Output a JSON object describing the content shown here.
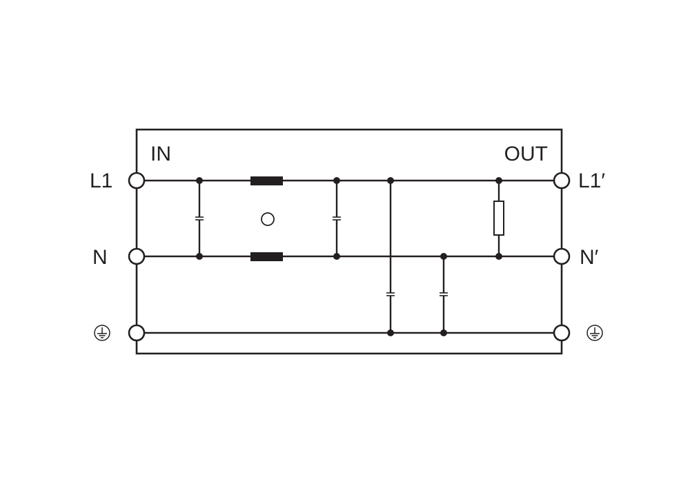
{
  "labels": {
    "input": "IN",
    "output": "OUT",
    "line_in": "L1",
    "neutral_in": "N",
    "line_out": "L1′",
    "neutral_out": "N′"
  },
  "icons": {
    "ground_in": "protective-earth-icon",
    "ground_out": "protective-earth-icon"
  },
  "colors": {
    "ink": "#231f20",
    "background": "#ffffff"
  }
}
